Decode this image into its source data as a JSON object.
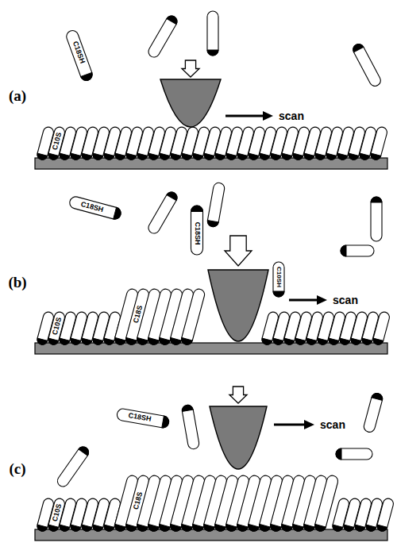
{
  "diagram": {
    "labels": [
      "(a)",
      "C18SH",
      "C10S",
      "scan",
      "(b)",
      "C18SH",
      "C10S",
      "C18S",
      "C18SH",
      "C10SH",
      "scan",
      "(c)",
      "C18SH",
      "C10S",
      "C18S",
      "scan"
    ]
  }
}
